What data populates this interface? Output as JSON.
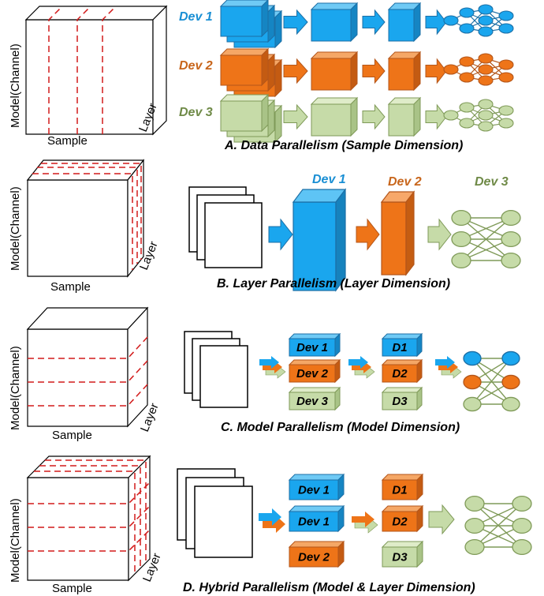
{
  "axes": {
    "model": "Model(Channel)",
    "sample": "Sample",
    "layer": "Layer"
  },
  "colors": {
    "blue": "#1aa6ee",
    "orange": "#ee7418",
    "green": "#c6dba8",
    "blue_text": "#1a8fd4",
    "orange_text": "#c8661c",
    "green_text": "#6f8a47",
    "cut": "#d21a1a"
  },
  "panel_a": {
    "caption": "A. Data Parallelism (Sample Dimension)",
    "devices": [
      "Dev 1",
      "Dev 2",
      "Dev 3"
    ]
  },
  "panel_b": {
    "caption": "B. Layer Parallelism (Layer Dimension)",
    "devices": [
      "Dev 1",
      "Dev 2",
      "Dev 3"
    ]
  },
  "panel_c": {
    "caption": "C. Model Parallelism (Model Dimension)",
    "boxes_left": [
      "Dev 1",
      "Dev 2",
      "Dev 3"
    ],
    "boxes_right": [
      "D1",
      "D2",
      "D3"
    ]
  },
  "panel_d": {
    "caption": "D. Hybrid Parallelism (Model & Layer Dimension)",
    "boxes_left": [
      "Dev 1",
      "Dev 1",
      "Dev 2"
    ],
    "boxes_right": [
      "D1",
      "D2",
      "D3"
    ]
  }
}
